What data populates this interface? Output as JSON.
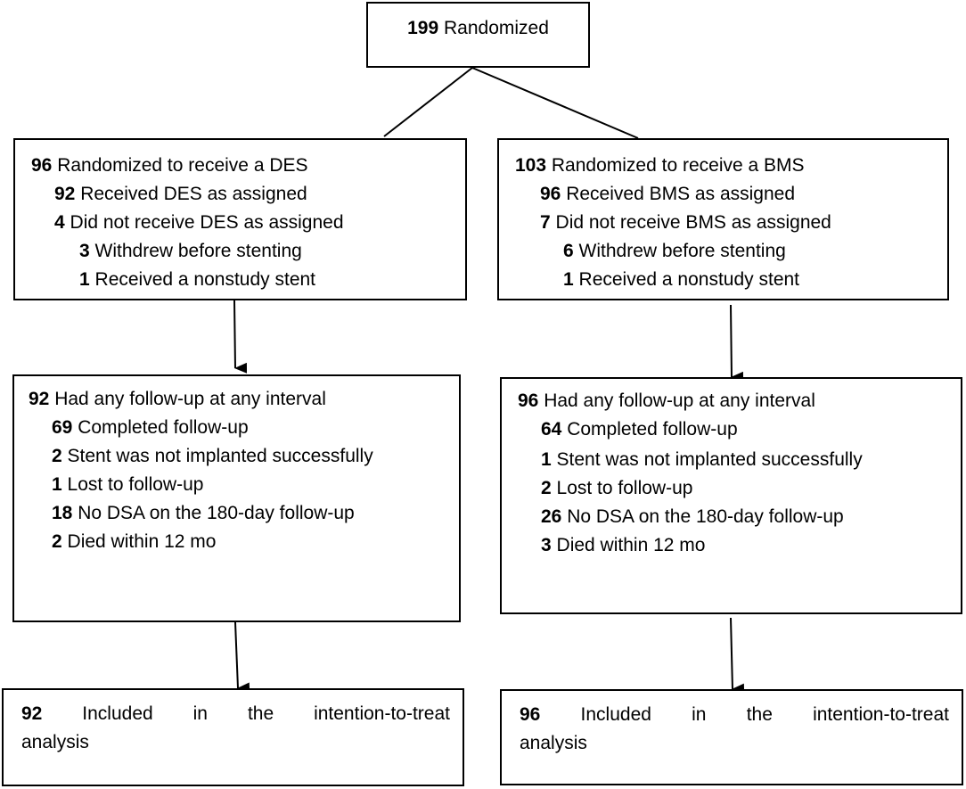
{
  "randomized": {
    "count": "199",
    "label": "Randomized"
  },
  "des_arm": {
    "allocation": [
      {
        "count": "96",
        "label": "Randomized to receive a DES"
      },
      {
        "count": "92",
        "label": "Received DES as assigned"
      },
      {
        "count": "4",
        "label": "Did not receive DES as assigned"
      },
      {
        "count": "3",
        "label": "Withdrew before stenting"
      },
      {
        "count": "1",
        "label": "Received a nonstudy stent"
      }
    ],
    "followup": [
      {
        "count": "92",
        "label": "Had any follow-up at any interval"
      },
      {
        "count": "69",
        "label": "Completed follow-up"
      },
      {
        "count": "2",
        "label": "Stent was not implanted successfully"
      },
      {
        "count": "1",
        "label": "Lost to follow-up"
      },
      {
        "count": "18",
        "label": "No DSA on the 180-day follow-up"
      },
      {
        "count": "2",
        "label": "Died within 12 mo"
      }
    ],
    "analysis": {
      "count": "92",
      "words": [
        "Included",
        "in",
        "the",
        "intention-to-treat"
      ],
      "last_line": "analysis"
    }
  },
  "bms_arm": {
    "allocation": [
      {
        "count": "103",
        "label": "Randomized to receive a BMS"
      },
      {
        "count": "96",
        "label": "Received BMS as assigned"
      },
      {
        "count": "7",
        "label": "Did not receive BMS as assigned"
      },
      {
        "count": "6",
        "label": "Withdrew before stenting"
      },
      {
        "count": "1",
        "label": "Received a nonstudy stent"
      }
    ],
    "followup": [
      {
        "count": "96",
        "label": "Had any follow-up at any interval"
      },
      {
        "count": "64",
        "label": "Completed follow-up"
      },
      {
        "count": "1",
        "label": "Stent was not implanted successfully"
      },
      {
        "count": "2",
        "label": "Lost to follow-up"
      },
      {
        "count": "26",
        "label": "No DSA on the 180-day follow-up"
      },
      {
        "count": "3",
        "label": "Died within 12 mo"
      }
    ],
    "analysis": {
      "count": "96",
      "words": [
        "Included",
        "in",
        "the",
        "intention-to-treat"
      ],
      "last_line": "analysis"
    }
  }
}
